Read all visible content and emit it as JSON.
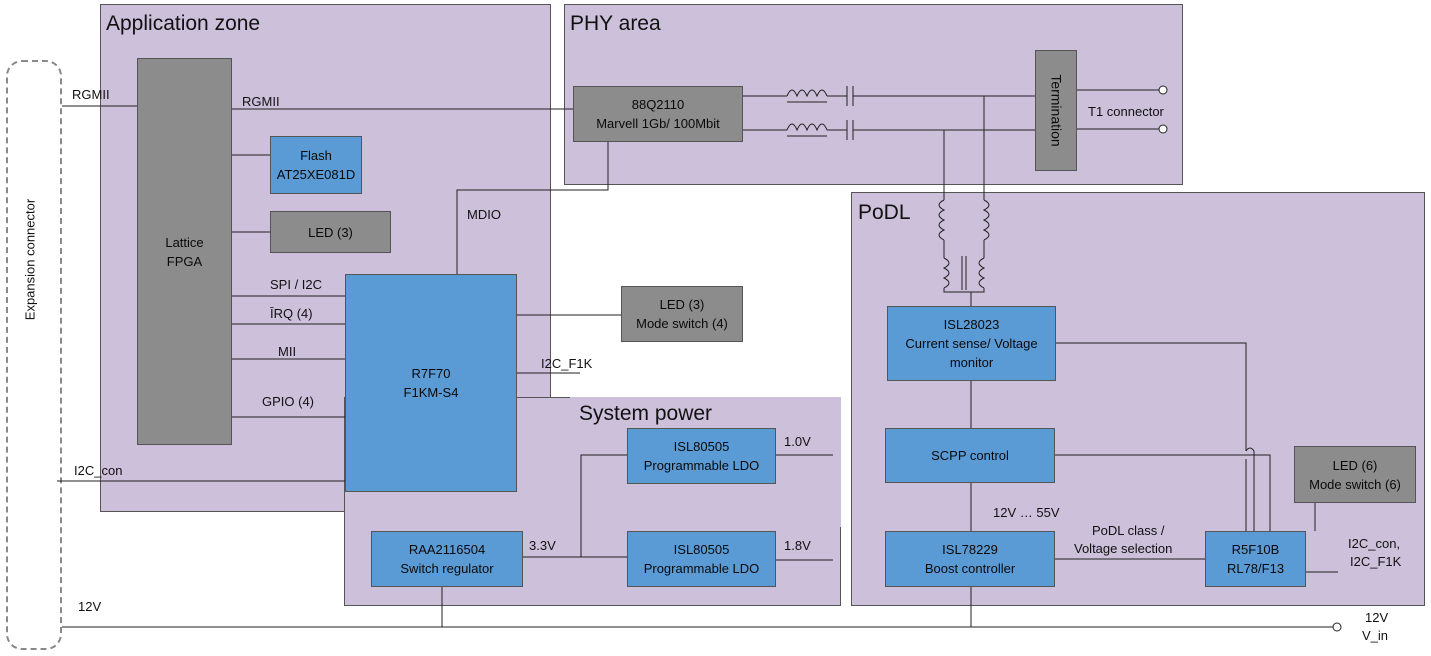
{
  "zones": {
    "application": "Application zone",
    "phy": "PHY area",
    "podl": "PoDL",
    "power": "System power"
  },
  "expansion_connector": "Expansion connector",
  "blocks": {
    "fpga": {
      "line1": "Lattice",
      "line2": "FPGA"
    },
    "flash": {
      "line1": "Flash",
      "line2": "AT25XE081D"
    },
    "led_app": {
      "line1": "LED (3)"
    },
    "mcu": {
      "line1": "R7F70",
      "line2": "F1KM-S4"
    },
    "led_mode": {
      "line1": "LED (3)",
      "line2": "Mode switch (4)"
    },
    "phy": {
      "line1": "88Q2110",
      "line2": "Marvell 1Gb/ 100Mbit"
    },
    "termination": {
      "line1": "Termination"
    },
    "isl28023": {
      "line1": "ISL28023",
      "line2": "Current sense/ Voltage",
      "line3": "monitor"
    },
    "scpp": {
      "line1": "SCPP control"
    },
    "isl78229": {
      "line1": "ISL78229",
      "line2": "Boost controller"
    },
    "r5f10b": {
      "line1": "R5F10B",
      "line2": "RL78/F13"
    },
    "led_podl": {
      "line1": "LED (6)",
      "line2": "Mode switch (6)"
    },
    "ldo1": {
      "line1": "ISL80505",
      "line2": "Programmable LDO"
    },
    "ldo2": {
      "line1": "ISL80505",
      "line2": "Programmable LDO"
    },
    "raa": {
      "line1": "RAA2116504",
      "line2": "Switch regulator"
    }
  },
  "labels": {
    "rgmii_ext": "RGMII",
    "rgmii": "RGMII",
    "mdio": "MDIO",
    "spi_i2c": "SPI / I2C",
    "irq": "ĪRQ (4)",
    "mii": "MII",
    "gpio": "GPIO (4)",
    "i2c_f1k": "I2C_F1K",
    "i2c_con": "I2C_con",
    "t1": "T1 connector",
    "v1_0": "1.0V",
    "v1_8": "1.8V",
    "v3_3": "3.3V",
    "v12_55": "12V … 55V",
    "podl_class1": "PoDL class /",
    "podl_class2": "Voltage selection",
    "i2c_con_f1k1": "I2C_con,",
    "i2c_con_f1k2": "I2C_F1K",
    "v12_left": "12V",
    "v12_right1": "12V",
    "v12_right2": "V_in"
  }
}
